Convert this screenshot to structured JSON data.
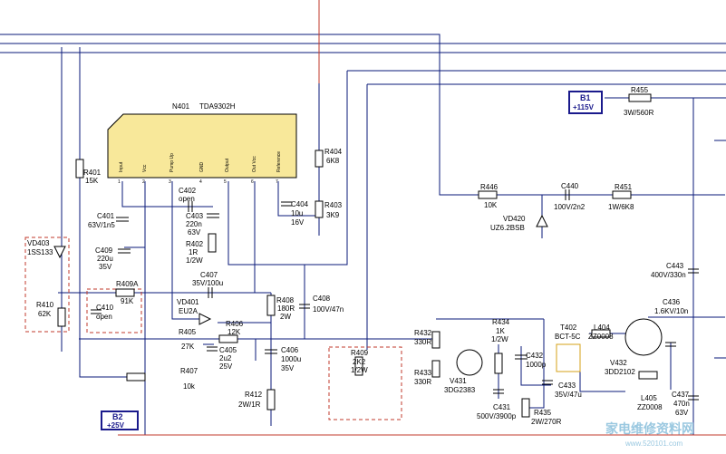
{
  "ic": {
    "ref": "N401",
    "part": "TDA9302H",
    "pins": [
      {
        "num": "1",
        "name": "Input"
      },
      {
        "num": "2",
        "name": "Vcc"
      },
      {
        "num": "3",
        "name": "Pump Up"
      },
      {
        "num": "4",
        "name": "GND"
      },
      {
        "num": "5",
        "name": "Output"
      },
      {
        "num": "6",
        "name": "Out Vcc"
      },
      {
        "num": "7",
        "name": "Reference"
      }
    ]
  },
  "components": [
    {
      "id": "r401",
      "ref": "R401",
      "value": "15K"
    },
    {
      "id": "c401",
      "ref": "C401",
      "value": "63V/1n5"
    },
    {
      "id": "c402",
      "ref": "C402",
      "value": "open"
    },
    {
      "id": "c403",
      "ref": "C403",
      "value": "220n",
      "value2": "63V"
    },
    {
      "id": "r402",
      "ref": "R402",
      "value": "1R",
      "value2": "1/2W"
    },
    {
      "id": "c409",
      "ref": "C409",
      "value": "220u",
      "value2": "35V"
    },
    {
      "id": "vd403",
      "ref": "VD403",
      "value": "1SS133"
    },
    {
      "id": "r409a",
      "ref": "R409A",
      "value": "91K"
    },
    {
      "id": "r410",
      "ref": "R410",
      "value": "62K"
    },
    {
      "id": "c410",
      "ref": "C410",
      "value": "open"
    },
    {
      "id": "c407",
      "ref": "C407",
      "value": "35V/100u"
    },
    {
      "id": "vd401",
      "ref": "VD401",
      "value": "EU2A"
    },
    {
      "id": "r408",
      "ref": "R408",
      "value": "180R",
      "value2": "2W"
    },
    {
      "id": "c408",
      "ref": "C408",
      "value": "100V/47n"
    },
    {
      "id": "r405",
      "ref": "R405",
      "value": "27K"
    },
    {
      "id": "r406",
      "ref": "R406",
      "value": "12K"
    },
    {
      "id": "c405",
      "ref": "C405",
      "value": "2u2",
      "value2": "25V"
    },
    {
      "id": "c406",
      "ref": "C406",
      "value": "1000u",
      "value2": "35V"
    },
    {
      "id": "r407",
      "ref": "R407",
      "value": "10k"
    },
    {
      "id": "r412",
      "ref": "R412",
      "value": "2W/1R"
    },
    {
      "id": "r409",
      "ref": "R409",
      "value": "2K2",
      "value2": "1/2W"
    },
    {
      "id": "r404",
      "ref": "R404",
      "value": "6K8"
    },
    {
      "id": "c404",
      "ref": "C404",
      "value": "10u",
      "value2": "16V"
    },
    {
      "id": "r403",
      "ref": "R403",
      "value": "3K9"
    },
    {
      "id": "r446",
      "ref": "R446",
      "value": "10K"
    },
    {
      "id": "c440",
      "ref": "C440",
      "value": "100V/2n2"
    },
    {
      "id": "r451",
      "ref": "R451",
      "value": "1W/6K8"
    },
    {
      "id": "vd420",
      "ref": "VD420",
      "value": "UZ6.2BSB"
    },
    {
      "id": "r455",
      "ref": "R455",
      "value": "3W/560R"
    },
    {
      "id": "c443",
      "ref": "C443",
      "value": "400V/330n"
    },
    {
      "id": "r432",
      "ref": "R432",
      "value": "330R"
    },
    {
      "id": "r433",
      "ref": "R433",
      "value": "330R"
    },
    {
      "id": "v431",
      "ref": "V431",
      "value": "3DG2383"
    },
    {
      "id": "r434",
      "ref": "R434",
      "value": "1K",
      "value2": "1/2W"
    },
    {
      "id": "c431",
      "ref": "C431",
      "value": "500V/3900p"
    },
    {
      "id": "c432",
      "ref": "C432",
      "value": "1000p"
    },
    {
      "id": "t402",
      "ref": "T402",
      "value": "BCT-5C"
    },
    {
      "id": "l404",
      "ref": "L404",
      "value": "ZZ0008"
    },
    {
      "id": "c433",
      "ref": "C433",
      "value": "35V/47u"
    },
    {
      "id": "r435",
      "ref": "R435",
      "value": "2W/270R"
    },
    {
      "id": "v432",
      "ref": "V432",
      "value": "3DD2102"
    },
    {
      "id": "l405",
      "ref": "L405",
      "value": "ZZ0008"
    },
    {
      "id": "c436",
      "ref": "C436",
      "value": "1.6KV/10n"
    },
    {
      "id": "c437",
      "ref": "C437",
      "value": "470n",
      "value2": "63V"
    }
  ],
  "rails": [
    {
      "id": "b1",
      "ref": "B1",
      "value": "+115V"
    },
    {
      "id": "b2",
      "ref": "B2",
      "value": "+25V"
    }
  ],
  "watermark": {
    "text": "家电维修资料网",
    "url": "www.520101.com"
  }
}
